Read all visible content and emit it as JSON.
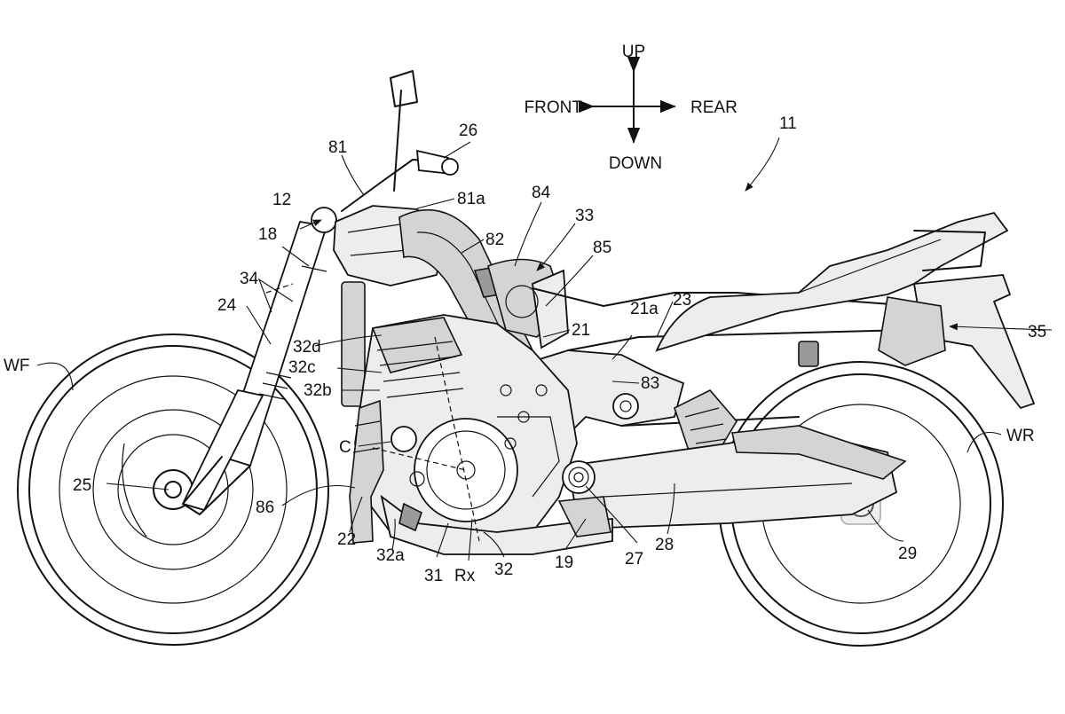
{
  "directions": {
    "up": "UP",
    "down": "DOWN",
    "front": "FRONT",
    "rear": "REAR"
  },
  "labels": {
    "l11": "11",
    "l12": "12",
    "l18": "18",
    "l19": "19",
    "l21": "21",
    "l21a": "21a",
    "l22": "22",
    "l23": "23",
    "l24": "24",
    "l25": "25",
    "l26": "26",
    "l27": "27",
    "l28": "28",
    "l29": "29",
    "l31": "31",
    "l32": "32",
    "l32a": "32a",
    "l32b": "32b",
    "l32c": "32c",
    "l32d": "32d",
    "l33": "33",
    "l34": "34",
    "l35": "35",
    "l81": "81",
    "l81a": "81a",
    "l82": "82",
    "l83": "83",
    "l84": "84",
    "l85": "85",
    "l86": "86",
    "lC": "C",
    "lRx": "Rx",
    "lWF": "WF",
    "lWR": "WR"
  },
  "colors": {
    "line": "#111111",
    "light_shade": "#ededed",
    "mid_shade": "#d4d4d4",
    "dark_shade": "#9a9a9a"
  }
}
